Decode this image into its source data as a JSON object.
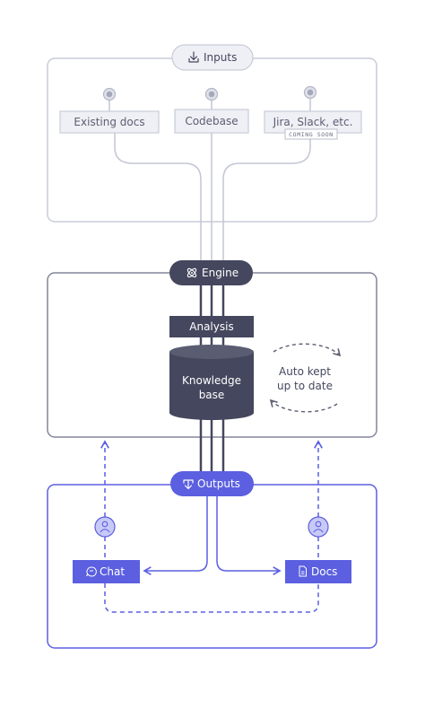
{
  "inputs": {
    "title": "Inputs",
    "sources": [
      {
        "label": "Existing docs"
      },
      {
        "label": "Codebase"
      },
      {
        "label": "Jira, Slack, etc.",
        "badge": "COMING SOON"
      }
    ]
  },
  "engine": {
    "title": "Engine",
    "analysis_label": "Analysis",
    "knowledge_base_line1": "Knowledge",
    "knowledge_base_line2": "base",
    "cycle_line1": "Auto kept",
    "cycle_line2": "up to date"
  },
  "outputs": {
    "title": "Outputs",
    "chat_label": "Chat",
    "docs_label": "Docs"
  },
  "colors": {
    "inputs_border": "#c9ccd8",
    "engine_border": "#84869a",
    "outputs_border": "#5b5fe0",
    "dark_node": "#45475e",
    "accent": "#5b5fe0",
    "accent_light": "#c7c9f7",
    "grey_connector": "#a7abbe",
    "input_box_fill": "#eef0f5"
  },
  "icons": {
    "inputs": "download-icon",
    "engine": "atom-icon",
    "outputs": "upload-icon",
    "chat": "chat-bubble-icon",
    "docs": "document-icon",
    "user": "user-icon"
  }
}
